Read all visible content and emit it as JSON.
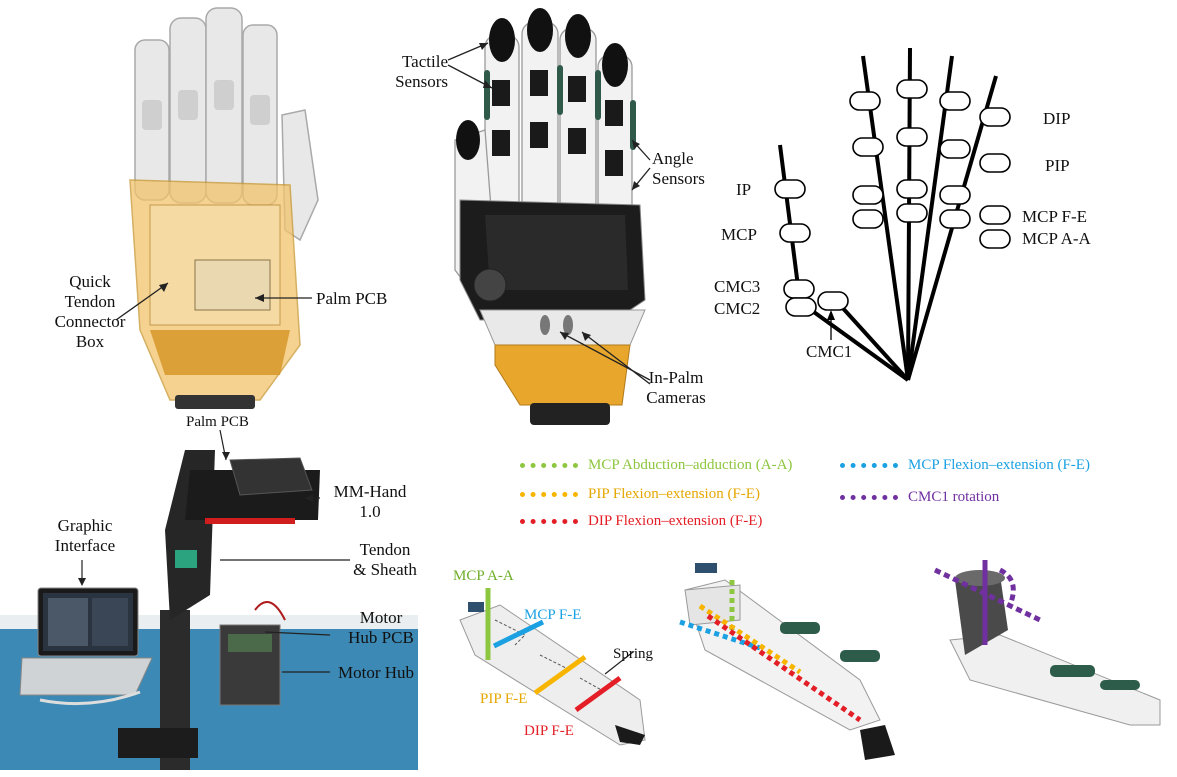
{
  "panel_a": {
    "quick_tendon_connector_box": [
      "Quick",
      "Tendon",
      "Connector",
      "Box"
    ],
    "palm_pcb": "Palm PCB"
  },
  "panel_b": {
    "tactile_sensors": [
      "Tactile",
      "Sensors"
    ],
    "angle_sensors": [
      "Angle",
      "Sensors"
    ],
    "in_palm_cameras": [
      "In-Palm",
      "Cameras"
    ]
  },
  "panel_c": {
    "joint_labels": {
      "dip": "DIP",
      "pip": "PIP",
      "mcp_fe": "MCP F-E",
      "mcp_aa": "MCP A-A",
      "ip": "IP",
      "mcp": "MCP",
      "cmc3": "CMC3",
      "cmc2": "CMC2",
      "cmc1": "CMC1"
    }
  },
  "panel_d": {
    "palm_pcb": "Palm PCB",
    "mm_hand": [
      "MM-Hand",
      "1.0"
    ],
    "graphic_interface": [
      "Graphic",
      "Interface"
    ],
    "tendon_sheath": [
      "Tendon",
      "& Sheath"
    ],
    "motor_hub_pcb": [
      "Motor",
      "Hub PCB"
    ],
    "motor_hub": "Motor Hub"
  },
  "legend": {
    "items": [
      {
        "label": "MCP Abduction–adduction (A-A)",
        "color": "#8dc63f"
      },
      {
        "label": "PIP Flexion–extension (F-E)",
        "color": "#f7b500"
      },
      {
        "label": "DIP Flexion–extension (F-E)",
        "color": "#e41e26"
      },
      {
        "label": "MCP Flexion–extension (F-E)",
        "color": "#1ba1e2"
      },
      {
        "label": "CMC1 rotation",
        "color": "#7030a0"
      }
    ]
  },
  "panel_e": {
    "mcp_aa": "MCP A-A",
    "mcp_fe": "MCP F-E",
    "spring": "Spring",
    "pip_fe": "PIP F-E",
    "dip_fe": "DIP F-E"
  }
}
